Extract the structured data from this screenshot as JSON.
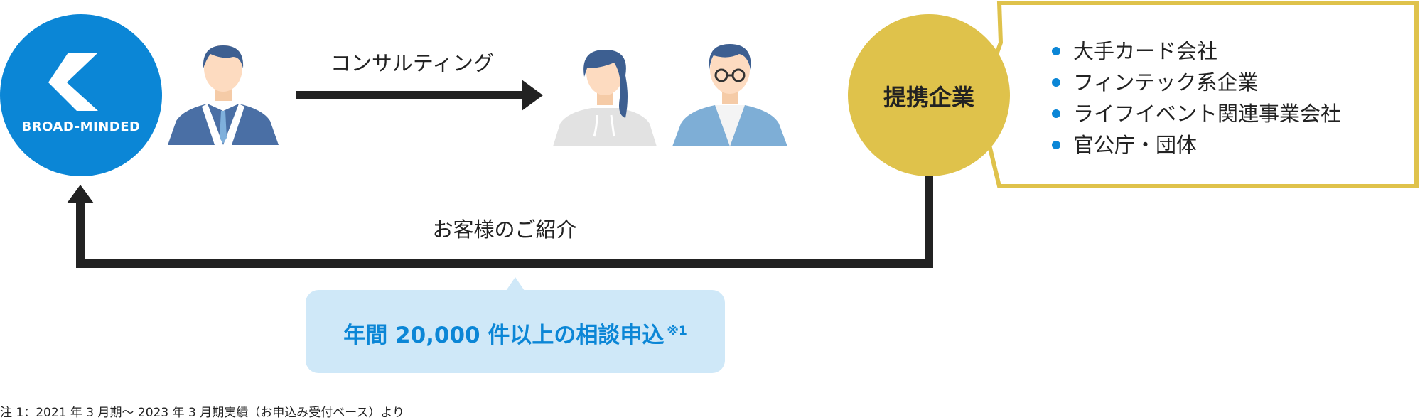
{
  "logo": {
    "text": "BROAD-MINDED"
  },
  "consulting_label": "コンサルティング",
  "partner": {
    "label": "提携企業",
    "items": [
      "大手カード会社",
      "フィンテック系企業",
      "ライフイベント関連事業会社",
      "官公庁・団体"
    ]
  },
  "referral_label": "お客様のご紹介",
  "highlight": {
    "text": "年間 20,000 件以上の相談申込",
    "note": "※1"
  },
  "footnote": "注 1：2021 年 3 月期〜 2023 年 3 月期実績（お申込み受付ベース）より",
  "colors": {
    "brand_blue": "#0b86d6",
    "partner_gold": "#dfc24b",
    "bubble_bg": "#cfe8f8",
    "arrow": "#222222"
  },
  "icons": [
    "advisor-person-icon",
    "customer-woman-icon",
    "customer-man-glasses-icon",
    "broad-minded-logo-icon"
  ]
}
